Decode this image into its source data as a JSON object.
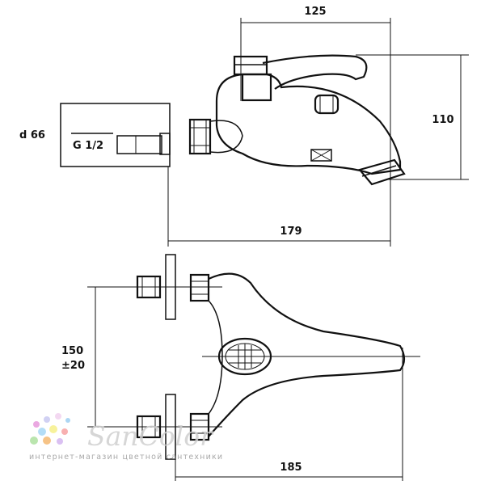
{
  "dimensions": {
    "top_width": "125",
    "height": "110",
    "diameter": "d 66",
    "thread": "G 1/2",
    "length": "179",
    "spacing": "150",
    "spacing_tolerance": "±20",
    "total_width": "185"
  },
  "watermark": {
    "brand": "SanColor",
    "tagline": "интернет-магазин цветной сантехники"
  }
}
